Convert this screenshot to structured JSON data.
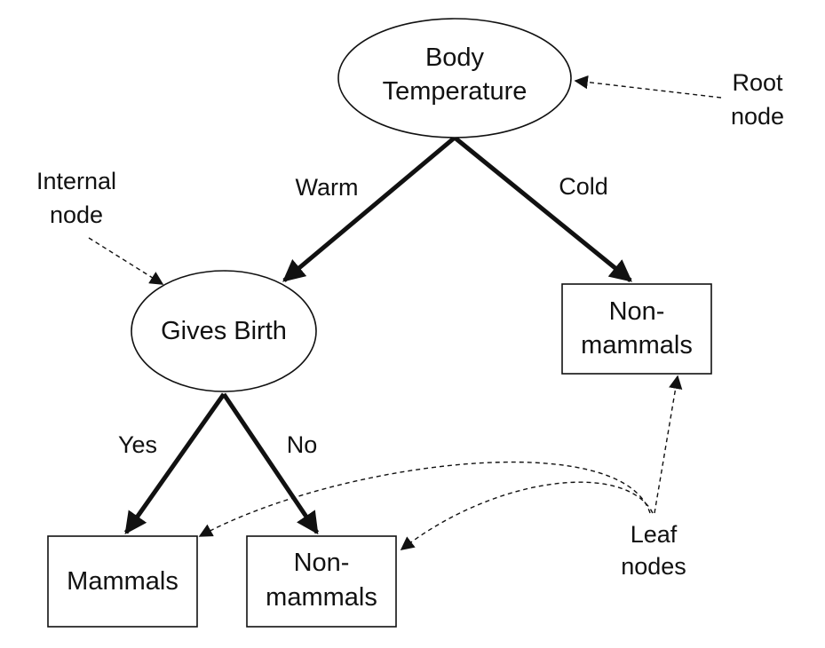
{
  "nodes": {
    "root": {
      "line1": "Body",
      "line2": "Temperature"
    },
    "internal": {
      "label": "Gives Birth"
    },
    "leaf_cold": {
      "line1": "Non-",
      "line2": "mammals"
    },
    "leaf_mammals": {
      "label": "Mammals"
    },
    "leaf_no": {
      "line1": "Non-",
      "line2": "mammals"
    }
  },
  "edges": {
    "warm": "Warm",
    "cold": "Cold",
    "yes": "Yes",
    "no": "No"
  },
  "annotations": {
    "root_node": {
      "line1": "Root",
      "line2": "node"
    },
    "internal_node": {
      "line1": "Internal",
      "line2": "node"
    },
    "leaf_nodes": {
      "line1": "Leaf",
      "line2": "nodes"
    }
  },
  "colors": {
    "stroke": "#111111",
    "background": "#ffffff"
  }
}
